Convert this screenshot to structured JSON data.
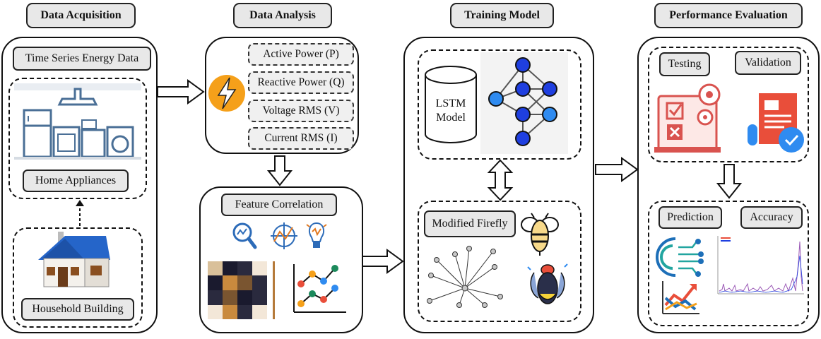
{
  "stages": {
    "acquisition": {
      "title": "Data Acquisition",
      "time_series_label": "Time Series Energy Data",
      "home_appliances_label": "Home Appliances",
      "household_label": "Household Building"
    },
    "analysis": {
      "title": "Data Analysis",
      "features": [
        "Active Power (P)",
        "Reactive Power (Q)",
        "Voltage RMS (V)",
        "Current RMS (I)"
      ],
      "correlation_label": "Feature Correlation"
    },
    "training": {
      "title": "Training Model",
      "lstm_label": "LSTM Model",
      "firefly_label": "Modified Firefly"
    },
    "evaluation": {
      "title": "Performance Evaluation",
      "testing_label": "Testing",
      "validation_label": "Validation",
      "prediction_label": "Prediction",
      "accuracy_label": "Accuracy"
    }
  },
  "colors": {
    "lightning": "#f5a01a",
    "node": "#1f3fe0",
    "node_light": "#2f8bf0",
    "icon_red": "#d9534f",
    "house_roof": "#2565c9",
    "appliance_blue": "#4a6f96"
  }
}
